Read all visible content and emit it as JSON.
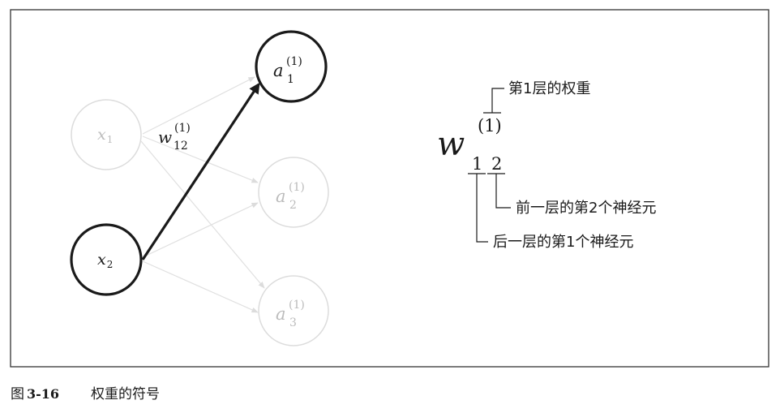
{
  "diagram": {
    "inputs": {
      "x1": {
        "base": "x",
        "sub": "1"
      },
      "x2": {
        "base": "x",
        "sub": "2"
      }
    },
    "outputs": {
      "a1": {
        "base": "a",
        "sup": "(1)",
        "sub": "1"
      },
      "a2": {
        "base": "a",
        "sup": "(1)",
        "sub": "2"
      },
      "a3": {
        "base": "a",
        "sup": "(1)",
        "sub": "3"
      }
    },
    "edge_label": {
      "base": "w",
      "sup": "(1)",
      "sub": "12"
    }
  },
  "notation": {
    "base": "w",
    "sup": "(1)",
    "sub_first": "1",
    "sub_second": "2",
    "layer_label": "第1层的权重",
    "prev_label": "前一层的第2个神经元",
    "next_label": "后一层的第1个神经元"
  },
  "caption": {
    "label": "图",
    "number": "3-16",
    "text": "权重的符号"
  }
}
